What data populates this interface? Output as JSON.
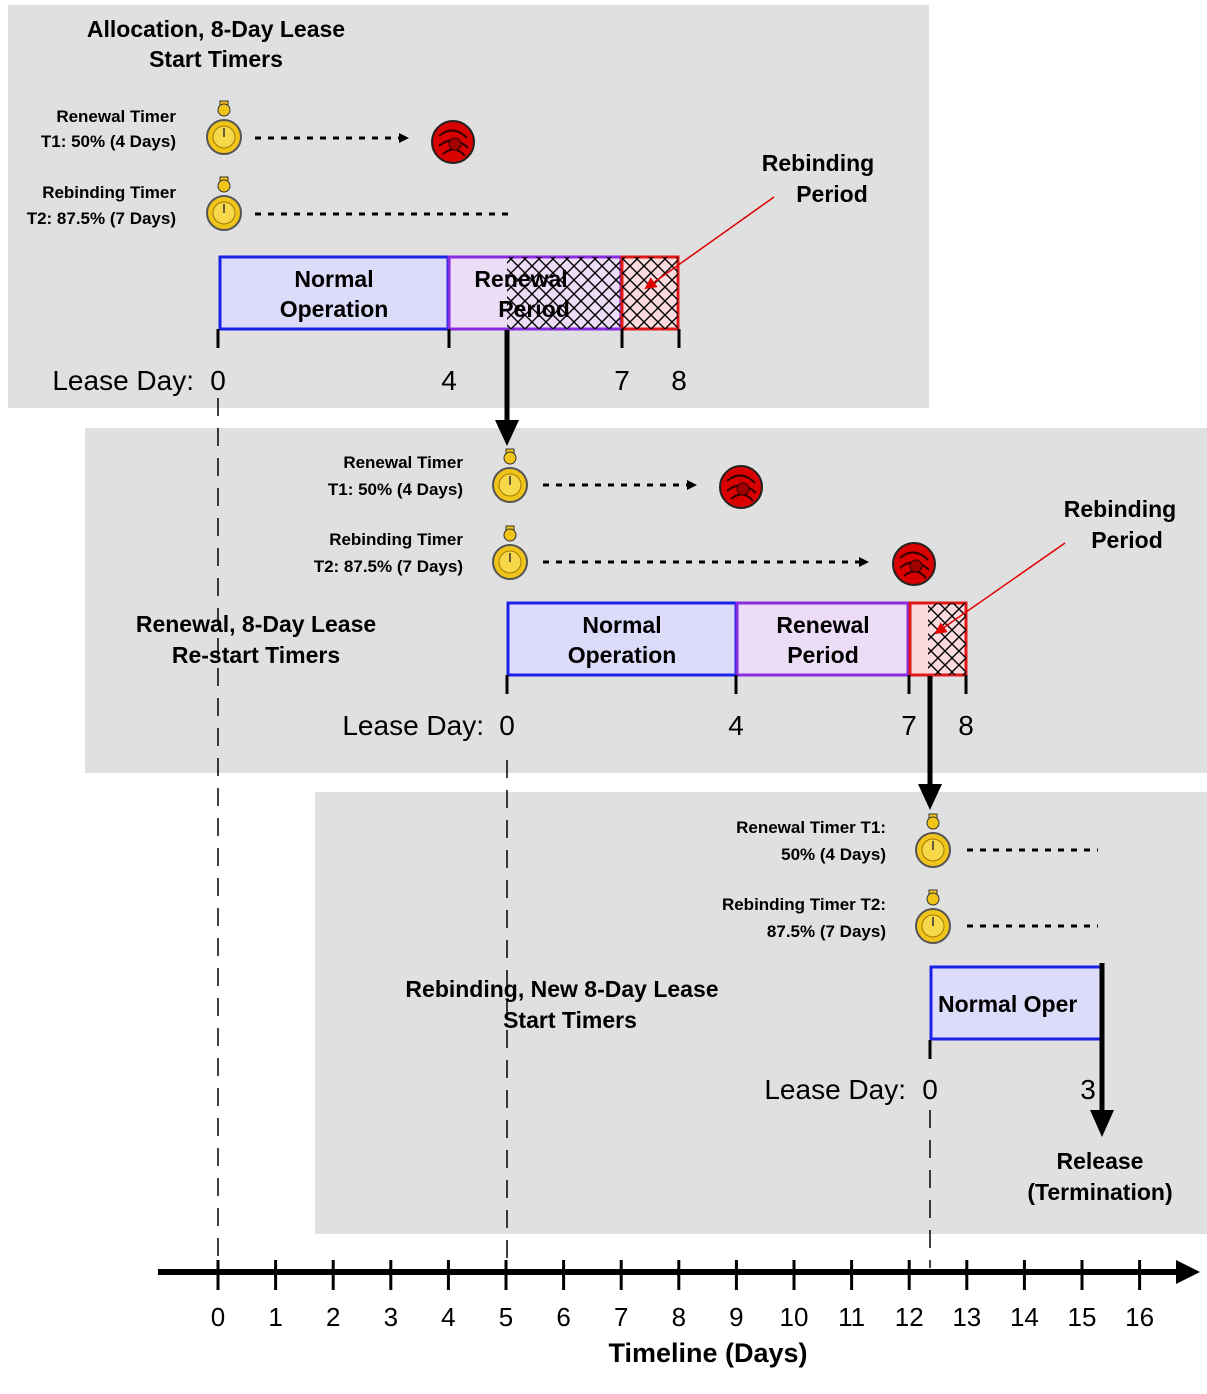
{
  "colors": {
    "panel": "#e0e0e0",
    "normal_border": "#1a22e8",
    "normal_fill": "#dcdcfa",
    "renewal_border": "#8a2be2",
    "renewal_fill": "#ecdcf6",
    "rebinding_border": "#e01818",
    "rebinding_fill": "#fadadd",
    "alarm": "#d80000",
    "timer": "#f0c419"
  },
  "icons": {
    "timer": "stopwatch-icon",
    "alarm": "alarm-bell-icon"
  },
  "panel1": {
    "title_line1": "Allocation, 8-Day Lease",
    "title_line2": "Start Timers",
    "t1_line1": "Renewal Timer",
    "t1_line2": "T1: 50% (4 Days)",
    "t2_line1": "Rebinding Timer",
    "t2_line2": "T2: 87.5% (7 Days)",
    "rebinding_line1": "Rebinding",
    "rebinding_line2": "Period",
    "normal_line1": "Normal",
    "normal_line2": "Operation",
    "renewal_line1": "Renewal",
    "renewal_line2": "Period",
    "lease_label": "Lease Day:",
    "day_0": "0",
    "day_4": "4",
    "day_7": "7",
    "day_8": "8"
  },
  "panel2": {
    "title_line1": "Renewal, 8-Day Lease",
    "title_line2": "Re-start Timers",
    "t1_line1": "Renewal Timer",
    "t1_line2": "T1: 50% (4 Days)",
    "t2_line1": "Rebinding Timer",
    "t2_line2": "T2: 87.5% (7 Days)",
    "rebinding_line1": "Rebinding",
    "rebinding_line2": "Period",
    "normal_line1": "Normal",
    "normal_line2": "Operation",
    "renewal_line1": "Renewal",
    "renewal_line2": "Period",
    "lease_label": "Lease Day:",
    "day_0": "0",
    "day_4": "4",
    "day_7": "7",
    "day_8": "8"
  },
  "panel3": {
    "title_line1": "Rebinding, New 8-Day Lease",
    "title_line2": "Start Timers",
    "t1_line1": "Renewal Timer T1:",
    "t1_line2": "50% (4 Days)",
    "t2_line1": "Rebinding Timer T2:",
    "t2_line2": "87.5% (7 Days)",
    "normal_label": "Normal Oper",
    "lease_label": "Lease Day:",
    "day_0": "0",
    "day_3": "3",
    "release_line1": "Release",
    "release_line2": "(Termination)"
  },
  "timeline": {
    "title": "Timeline (Days)",
    "ticks": [
      "0",
      "1",
      "2",
      "3",
      "4",
      "5",
      "6",
      "7",
      "8",
      "9",
      "10",
      "11",
      "12",
      "13",
      "14",
      "15",
      "16"
    ]
  }
}
